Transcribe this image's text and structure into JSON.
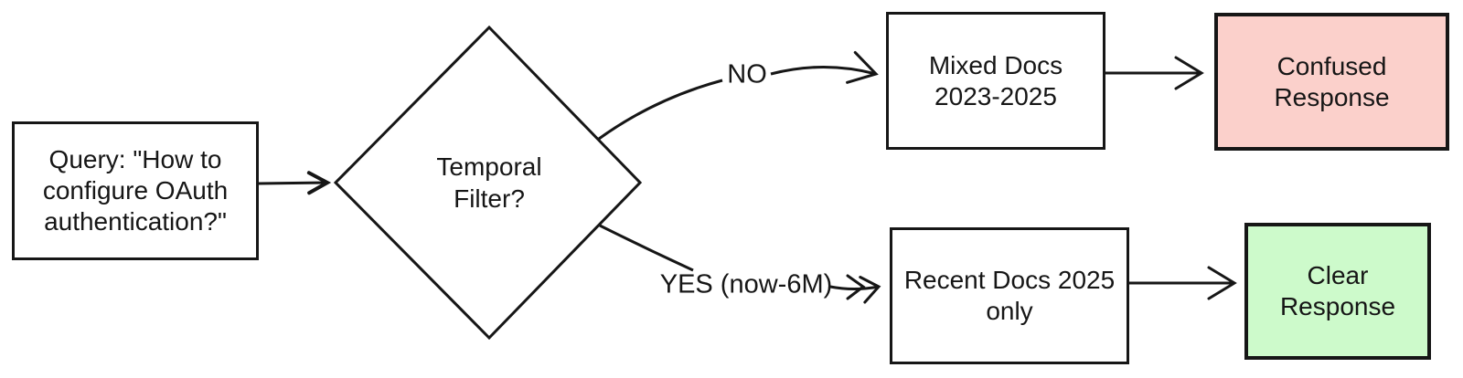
{
  "flowchart": {
    "nodes": {
      "query": {
        "lines": [
          "Query: \"How to",
          "configure OAuth",
          "authentication?\""
        ]
      },
      "decision": {
        "lines": [
          "Temporal",
          "Filter?"
        ]
      },
      "mixed_docs": {
        "lines": [
          "Mixed Docs",
          "2023-2025"
        ]
      },
      "confused_response": {
        "lines": [
          "Confused",
          "Response"
        ]
      },
      "recent_docs": {
        "lines": [
          "Recent Docs 2025",
          "only"
        ]
      },
      "clear_response": {
        "lines": [
          "Clear",
          "Response"
        ]
      }
    },
    "edges": {
      "no_label": "NO",
      "yes_label": "YES (now-6M)"
    },
    "colors": {
      "line": "#161616",
      "text": "#161616",
      "node_fill": "#ffffff",
      "confused_fill": "#fbd0cb",
      "clear_fill": "#cdfacb"
    }
  }
}
